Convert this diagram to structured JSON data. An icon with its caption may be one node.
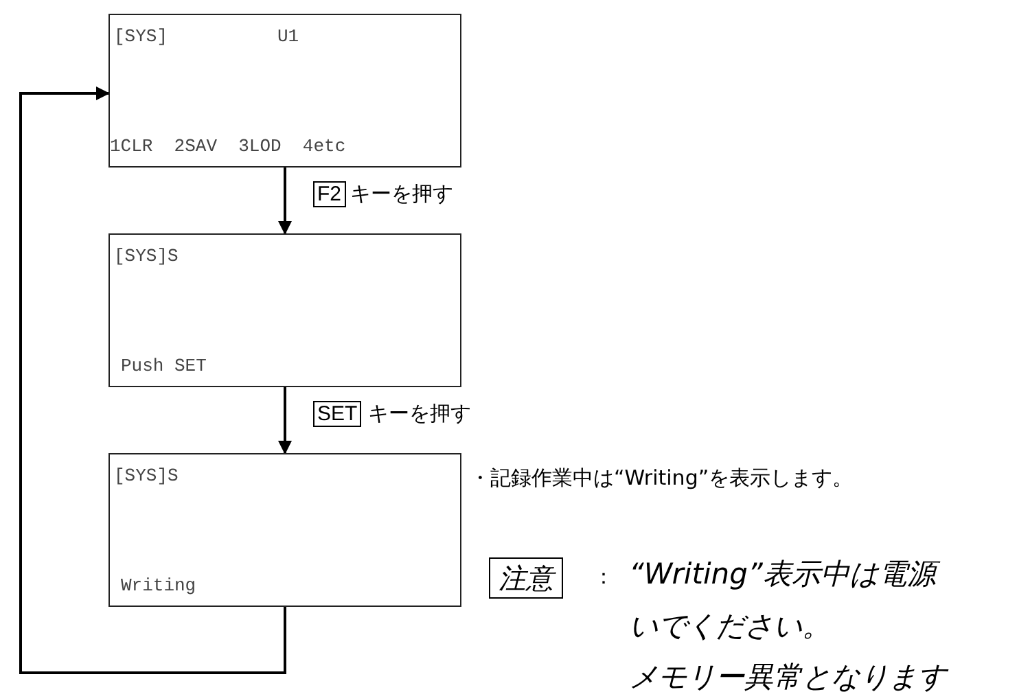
{
  "diagram": {
    "nodes": [
      {
        "text": [
          "[SYS]",
          "U1",
          "1CLR  2SAV  3LOD  4etc"
        ]
      },
      {
        "text": [
          "[SYS]S",
          "Push SET"
        ]
      },
      {
        "text": [
          "[SYS]S",
          "Writing"
        ]
      }
    ],
    "edges": [
      {
        "from": 0,
        "to": 1,
        "arrow": "to",
        "label": "キーを押す"
      },
      {
        "from": 1,
        "to": 2,
        "arrow": "to",
        "label": "キーを押す"
      },
      {
        "from": 2,
        "to": 0,
        "arrow": "to"
      }
    ],
    "labels": [
      "F2",
      "SET",
      "・記録作業中は“Writing”を表示します。",
      "注意",
      "：",
      "“Writing”表示中は電源",
      "いでください。",
      "メモリー異常となります"
    ]
  }
}
